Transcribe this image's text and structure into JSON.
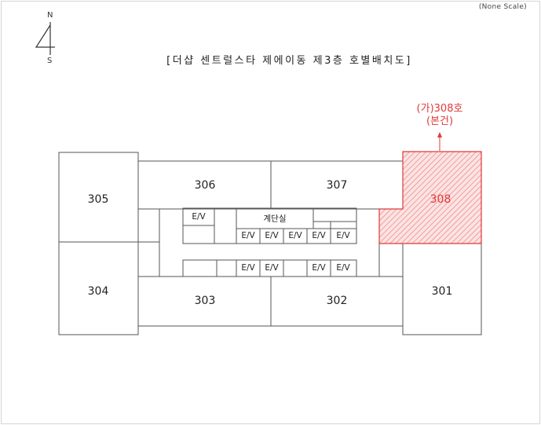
{
  "scale_note": "(None Scale)",
  "compass": {
    "north": "N",
    "south": "S"
  },
  "title": "[더샵 센트럴스타 제에이동 제3층 호별배치도]",
  "annotation": {
    "line1": "(가)308호",
    "line2": "(본건)"
  },
  "units": {
    "u305": "305",
    "u306": "306",
    "u307": "307",
    "u308": "308",
    "u304": "304",
    "u303": "303",
    "u302": "302",
    "u301": "301"
  },
  "core": {
    "stair": "계단실",
    "ev": "E/V"
  },
  "colors": {
    "highlight": "#e03a3a",
    "line": "#555555"
  }
}
